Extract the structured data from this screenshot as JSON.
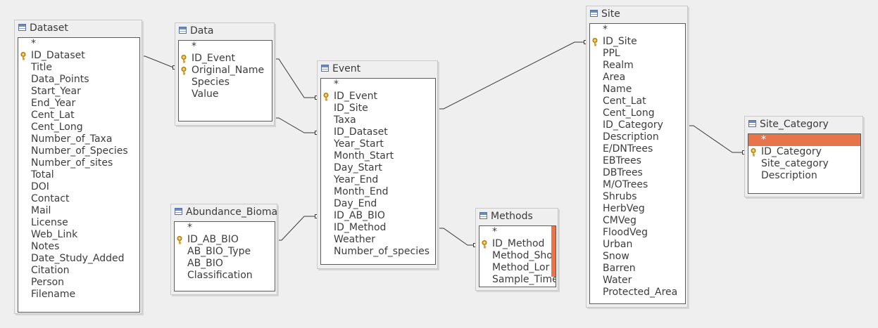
{
  "tables": {
    "dataset": {
      "title": "Dataset",
      "fields": [
        "*",
        "ID_Dataset",
        "Title",
        "Data_Points",
        "Start_Year",
        "End_Year",
        "Cent_Lat",
        "Cent_Long",
        "Number_of_Taxa",
        "Number_of_Species",
        "Number_of_sites",
        "Total",
        "DOI",
        "Contact",
        "Mail",
        "License",
        "Web_Link",
        "Notes",
        "Date_Study_Added",
        "Citation",
        "Person",
        "Filename"
      ],
      "keys": [
        "ID_Dataset"
      ]
    },
    "data": {
      "title": "Data",
      "fields": [
        "*",
        "ID_Event",
        "Original_Name",
        "Species",
        "Value"
      ],
      "keys": [
        "ID_Event",
        "Original_Name"
      ]
    },
    "abundance": {
      "title": "Abundance_Bioma",
      "fields": [
        "*",
        "ID_AB_BIO",
        "AB_BIO_Type",
        "AB_BIO",
        "Classification"
      ],
      "keys": [
        "ID_AB_BIO"
      ]
    },
    "event": {
      "title": "Event",
      "fields": [
        "*",
        "ID_Event",
        "ID_Site",
        "Taxa",
        "ID_Dataset",
        "Year_Start",
        "Month_Start",
        "Day_Start",
        "Year_End",
        "Month_End",
        "Day_End",
        "ID_AB_BIO",
        "ID_Method",
        "Weather",
        "Number_of_species"
      ],
      "keys": [
        "ID_Event"
      ]
    },
    "methods": {
      "title": "Methods",
      "fields": [
        "*",
        "ID_Method",
        "Method_Sho",
        "Method_Lor",
        "Sample_Time"
      ],
      "keys": [
        "ID_Method"
      ]
    },
    "site": {
      "title": "Site",
      "fields": [
        "*",
        "ID_Site",
        "PPL",
        "Realm",
        "Area",
        "Name",
        "Cent_Lat",
        "Cent_Long",
        "ID_Category",
        "Description",
        "E/DNTrees",
        "EBTrees",
        "DBTrees",
        "M/OTrees",
        "Shrubs",
        "HerbVeg",
        "CMVeg",
        "FloodVeg",
        "Urban",
        "Snow",
        "Barren",
        "Water",
        "Protected_Area"
      ],
      "keys": [
        "ID_Site"
      ]
    },
    "site_category": {
      "title": "Site_Category",
      "fields": [
        "*",
        "ID_Category",
        "Site_category",
        "Description"
      ],
      "keys": [
        "ID_Category"
      ],
      "selected": "*"
    }
  },
  "colors": {
    "background": "#efefef",
    "list_background": "#ffffff",
    "selection": "#e8754a",
    "line": "#3a3a3a",
    "key_icon": "#d9a21f"
  }
}
